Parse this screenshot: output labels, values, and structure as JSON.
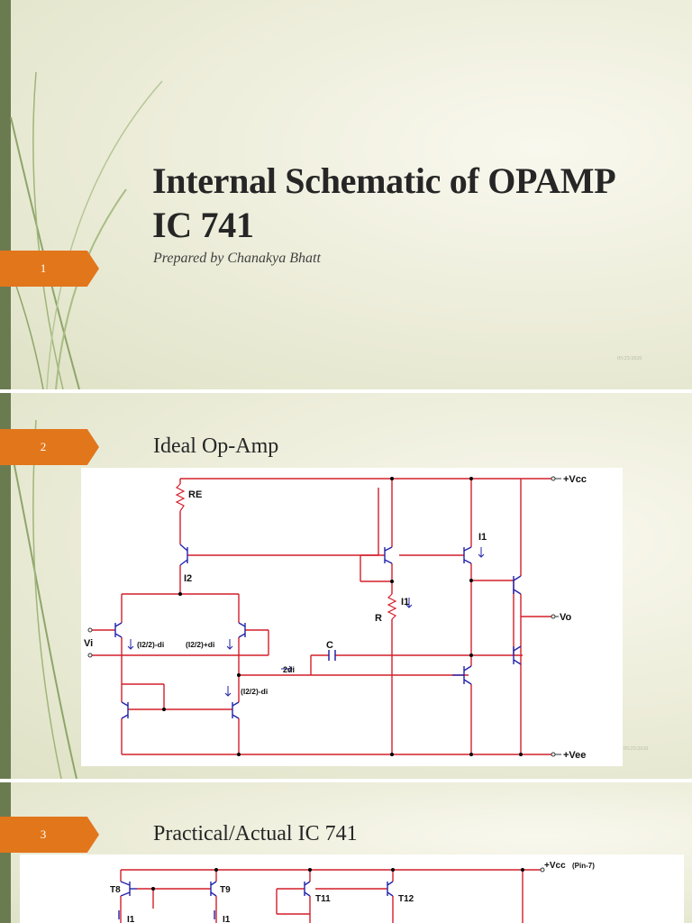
{
  "slides": [
    {
      "number": "1",
      "title": "Internal Schematic of OPAMP IC 741",
      "subtitle": "Prepared by Chanakya Bhatt",
      "date": "05/25/2020"
    },
    {
      "number": "2",
      "title": "Ideal Op-Amp",
      "date": "05/25/2020",
      "labels": {
        "re": "RE",
        "i2": "I2",
        "vcc": "+Vcc",
        "vee": "+Vee",
        "i1_top": "I1",
        "i1_r": "I1",
        "r": "R",
        "c": "C",
        "vo": "Vo",
        "vi": "Vi",
        "left_branch": "(I2/2)-di",
        "right_branch": "(I2/2)+di",
        "two_di": "2di",
        "mirror_branch": "(I2/2)-di"
      }
    },
    {
      "number": "3",
      "title": "Practical/Actual IC 741",
      "labels": {
        "t8": "T8",
        "t9": "T9",
        "t11": "T11",
        "t12": "T12",
        "vcc": "+Vcc",
        "pin": "(Pin-7)",
        "i1_a": "I1",
        "i1_b": "I1"
      }
    }
  ],
  "colors": {
    "wire": "#d41e2a",
    "transistor": "#2222aa",
    "badge": "#e2761b",
    "bar": "#6b7b50"
  }
}
